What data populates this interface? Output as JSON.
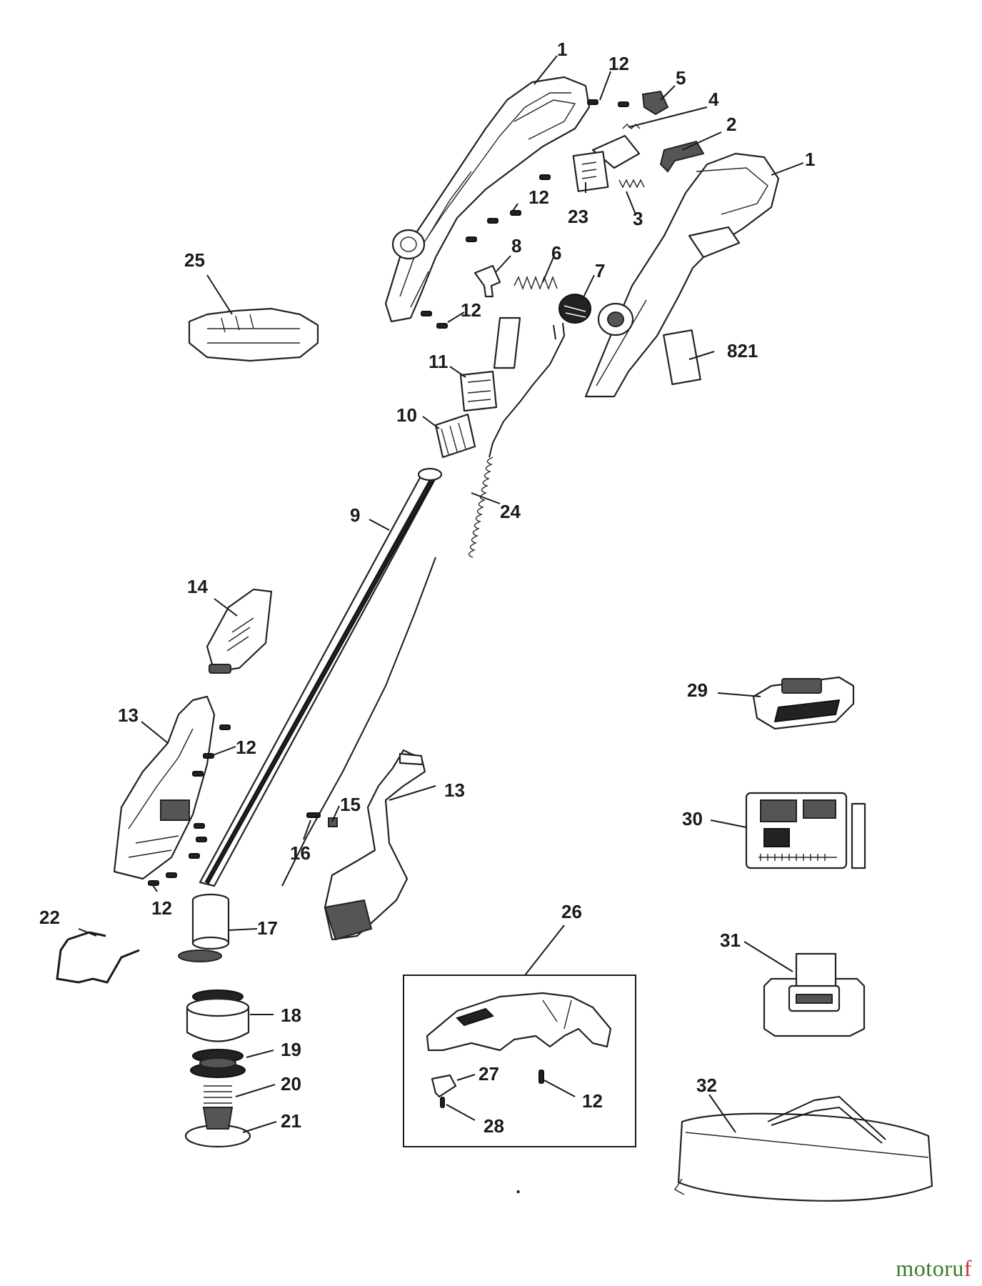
{
  "labels": {
    "l1a": "1",
    "l1b": "1",
    "l2": "2",
    "l3": "3",
    "l4": "4",
    "l5": "5",
    "l6": "6",
    "l7": "7",
    "l8": "8",
    "l9": "9",
    "l10": "10",
    "l11": "11",
    "l12a": "12",
    "l12b": "12",
    "l12c": "12",
    "l12d": "12",
    "l12e": "12",
    "l12f": "12",
    "l13a": "13",
    "l13b": "13",
    "l14": "14",
    "l15": "15",
    "l16": "16",
    "l17": "17",
    "l18": "18",
    "l19": "19",
    "l20": "20",
    "l21": "21",
    "l22": "22",
    "l23": "23",
    "l24": "24",
    "l25": "25",
    "l26": "26",
    "l27": "27",
    "l28": "28",
    "l29": "29",
    "l30": "30",
    "l31": "31",
    "l32": "32",
    "l821": "821"
  },
  "brand": {
    "part1": "motoru",
    "part2": "f"
  },
  "dot": "."
}
